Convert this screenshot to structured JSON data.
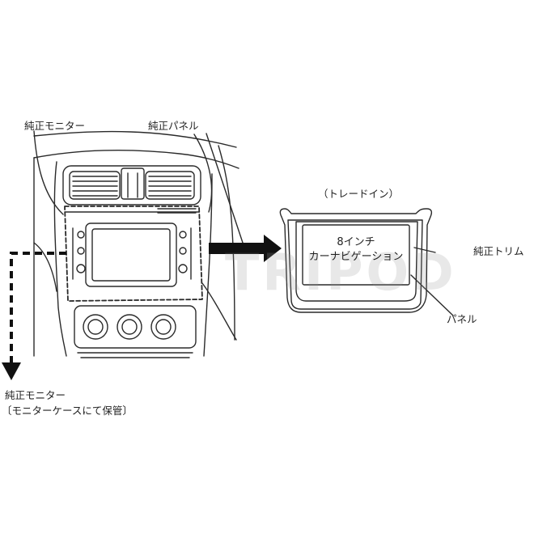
{
  "labels": {
    "genuine_monitor": "純正モニター",
    "genuine_panel": "純正パネル",
    "tray_din": "（トレードイン）",
    "nav_line1": "8インチ",
    "nav_line2": "カーナビゲーション",
    "genuine_trim": "純正トリム",
    "panel": "パネル",
    "stored_monitor": "純正モニター",
    "stored_note": "〔モニターケースにて保管〕"
  },
  "watermark": "TRIPOD",
  "colors": {
    "line": "#2a2a2a",
    "watermark": "#9a9a9a"
  }
}
